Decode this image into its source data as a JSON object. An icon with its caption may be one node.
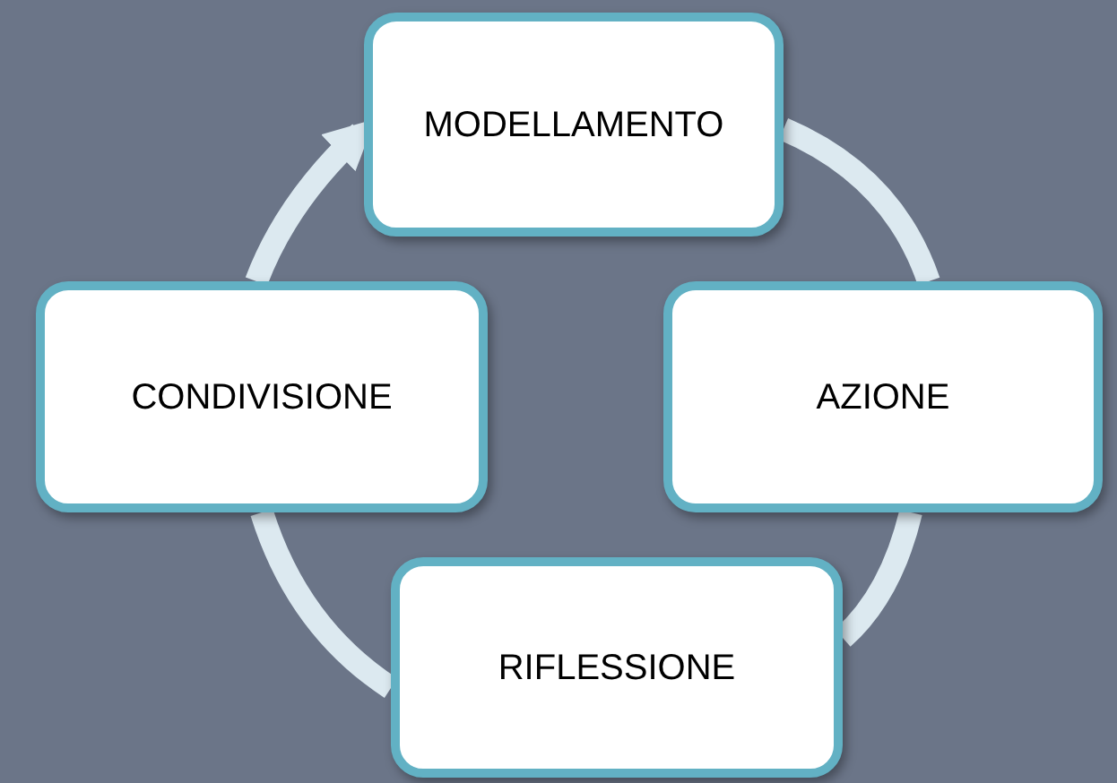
{
  "diagram": {
    "nodes": [
      {
        "text": [
          "MODELLAMENTO"
        ]
      },
      {
        "text": [
          "CONDIVISIONE"
        ]
      },
      {
        "text": [
          "AZIONE"
        ]
      },
      {
        "text": [
          "RIFLESSIONE"
        ]
      }
    ],
    "edges": [
      {
        "from": 0,
        "to": 2,
        "arrow": "none"
      },
      {
        "from": 2,
        "to": 3,
        "arrow": "none"
      },
      {
        "from": 3,
        "to": 1,
        "arrow": "none"
      },
      {
        "from": 1,
        "to": 0,
        "arrow": "to"
      }
    ]
  }
}
